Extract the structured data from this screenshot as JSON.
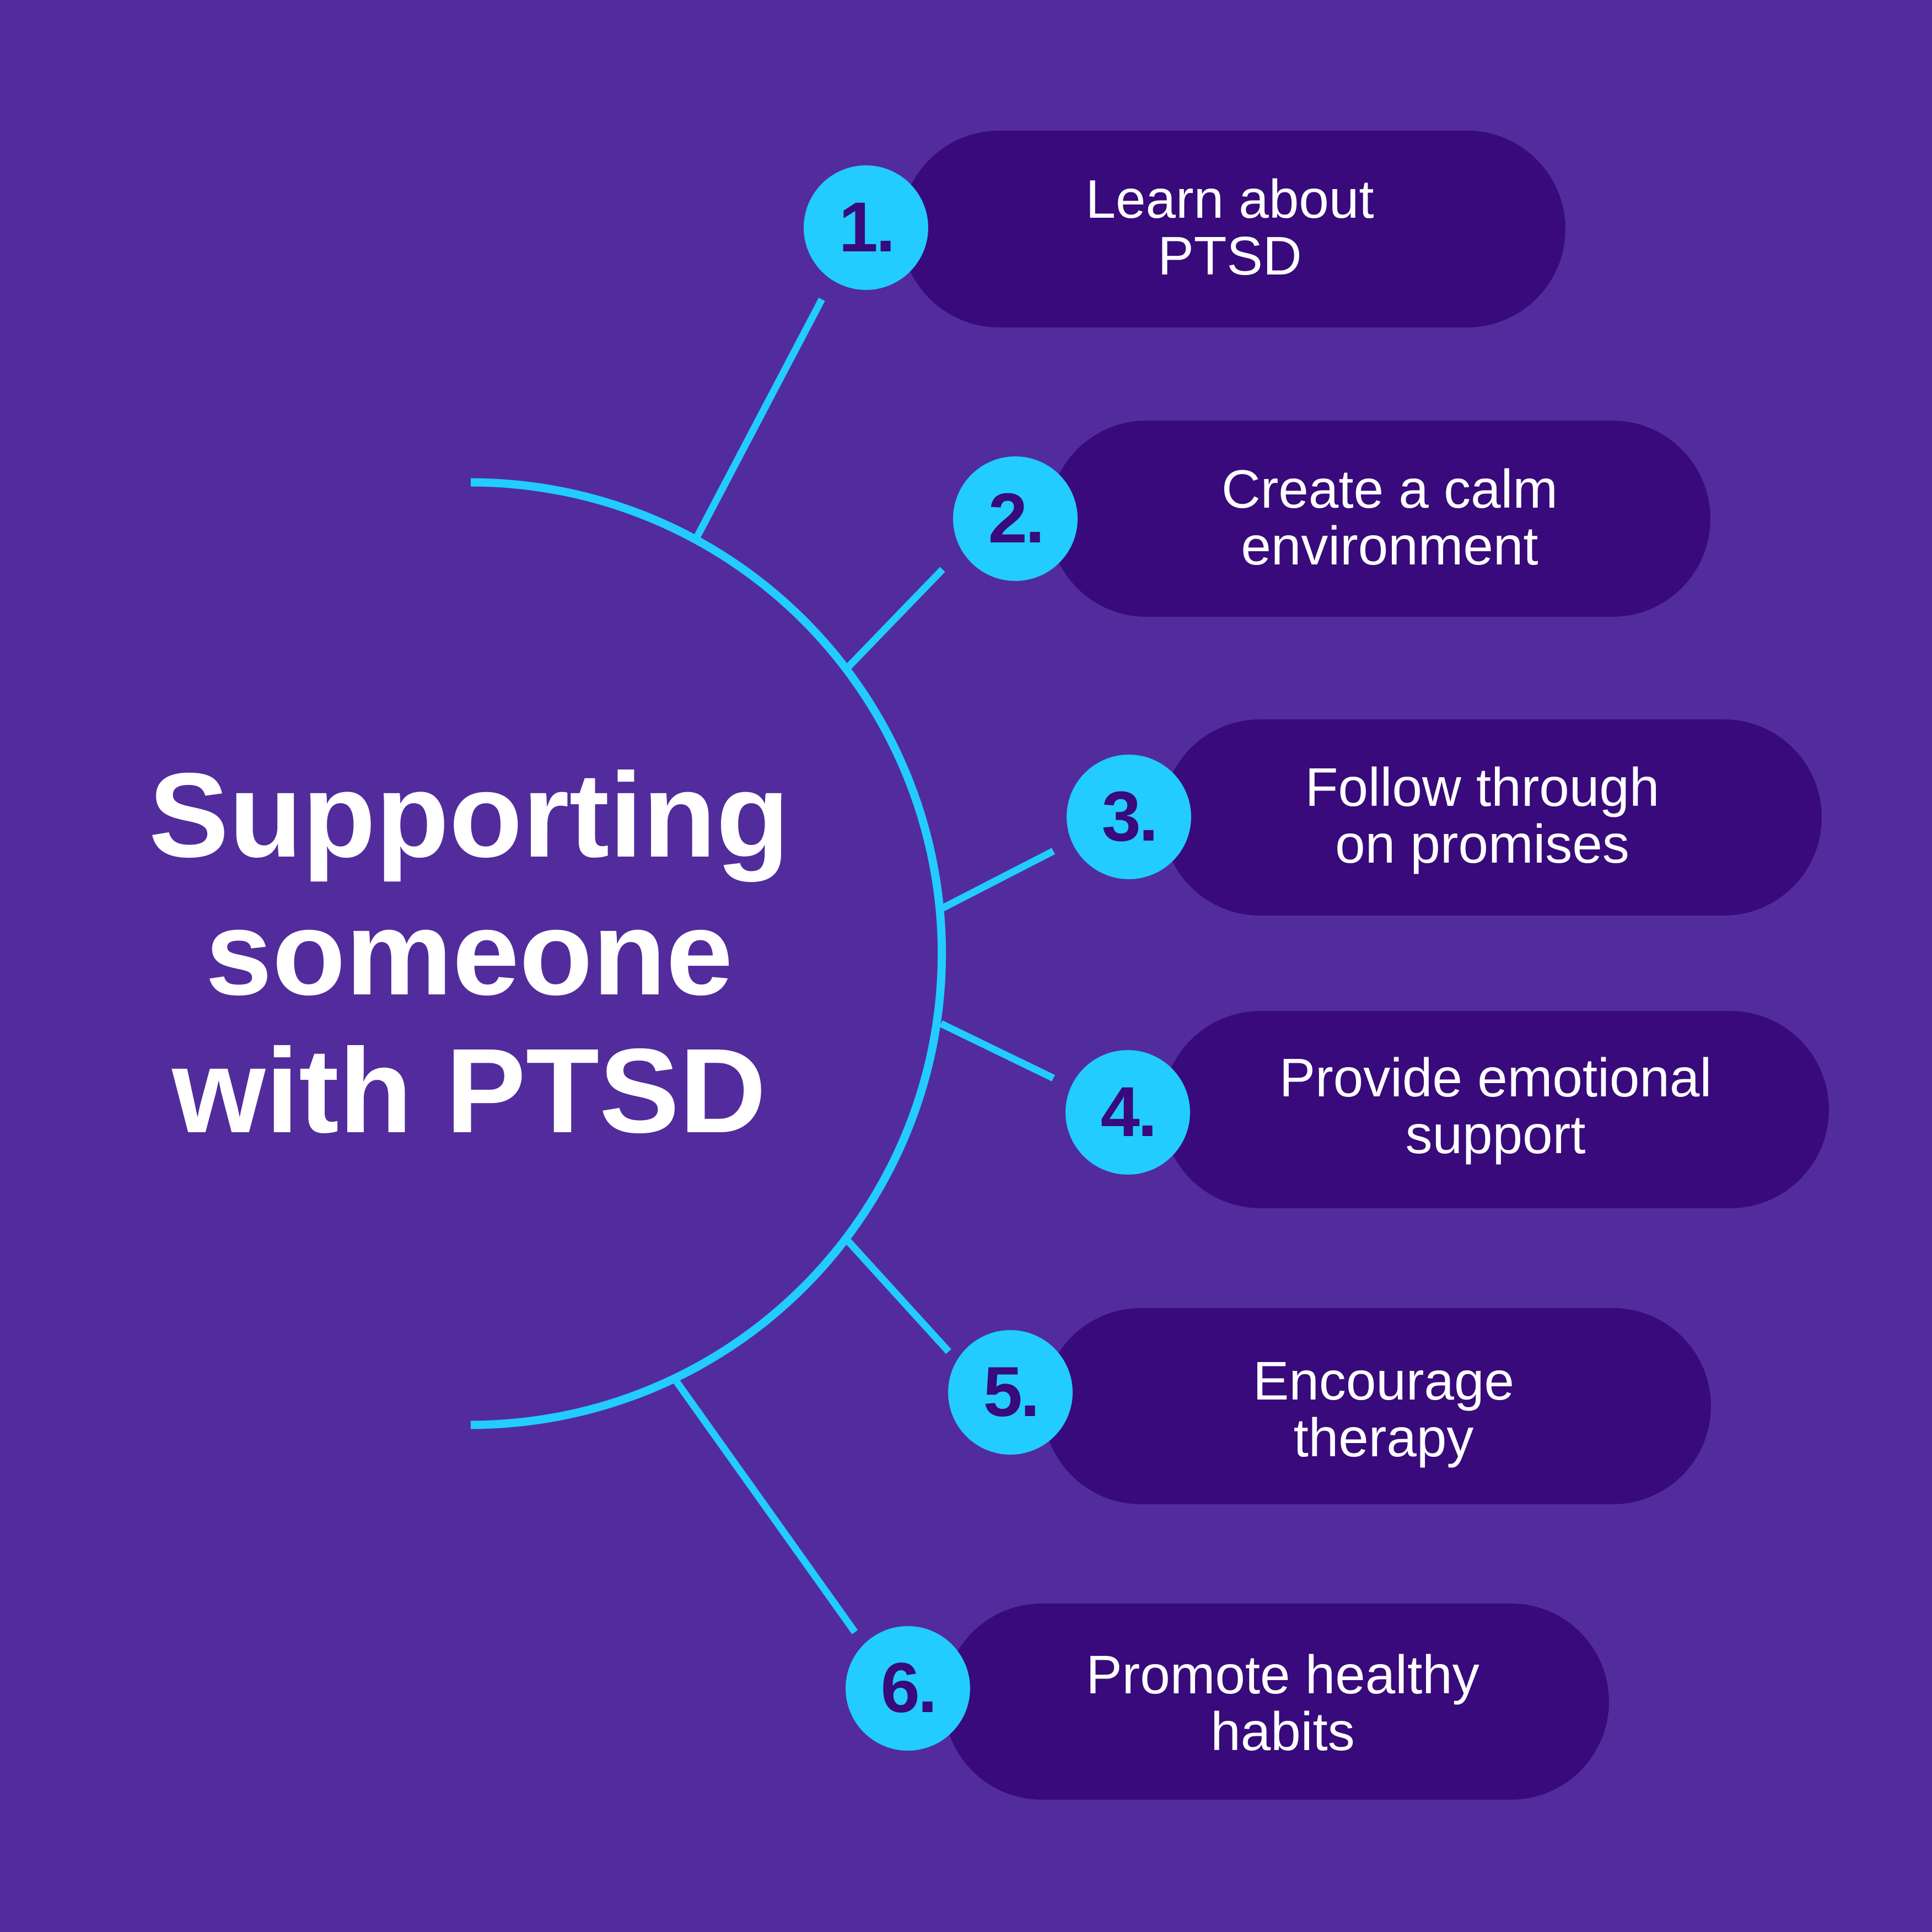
{
  "title": {
    "lines": [
      "Supporting",
      "someone",
      "with PTSD"
    ]
  },
  "colors": {
    "background": "#522C9C",
    "pill": "#380A7B",
    "accent": "#22CCFF",
    "text": "#FFFFFF"
  },
  "steps": [
    {
      "number": "1.",
      "lines": [
        "Learn about",
        "PTSD"
      ]
    },
    {
      "number": "2.",
      "lines": [
        "Create a calm",
        "environment"
      ]
    },
    {
      "number": "3.",
      "lines": [
        "Follow through",
        "on promises"
      ]
    },
    {
      "number": "4.",
      "lines": [
        "Provide emotional",
        "support"
      ]
    },
    {
      "number": "5.",
      "lines": [
        "Encourage",
        "therapy"
      ]
    },
    {
      "number": "6.",
      "lines": [
        "Promote healthy",
        "habits"
      ]
    }
  ]
}
